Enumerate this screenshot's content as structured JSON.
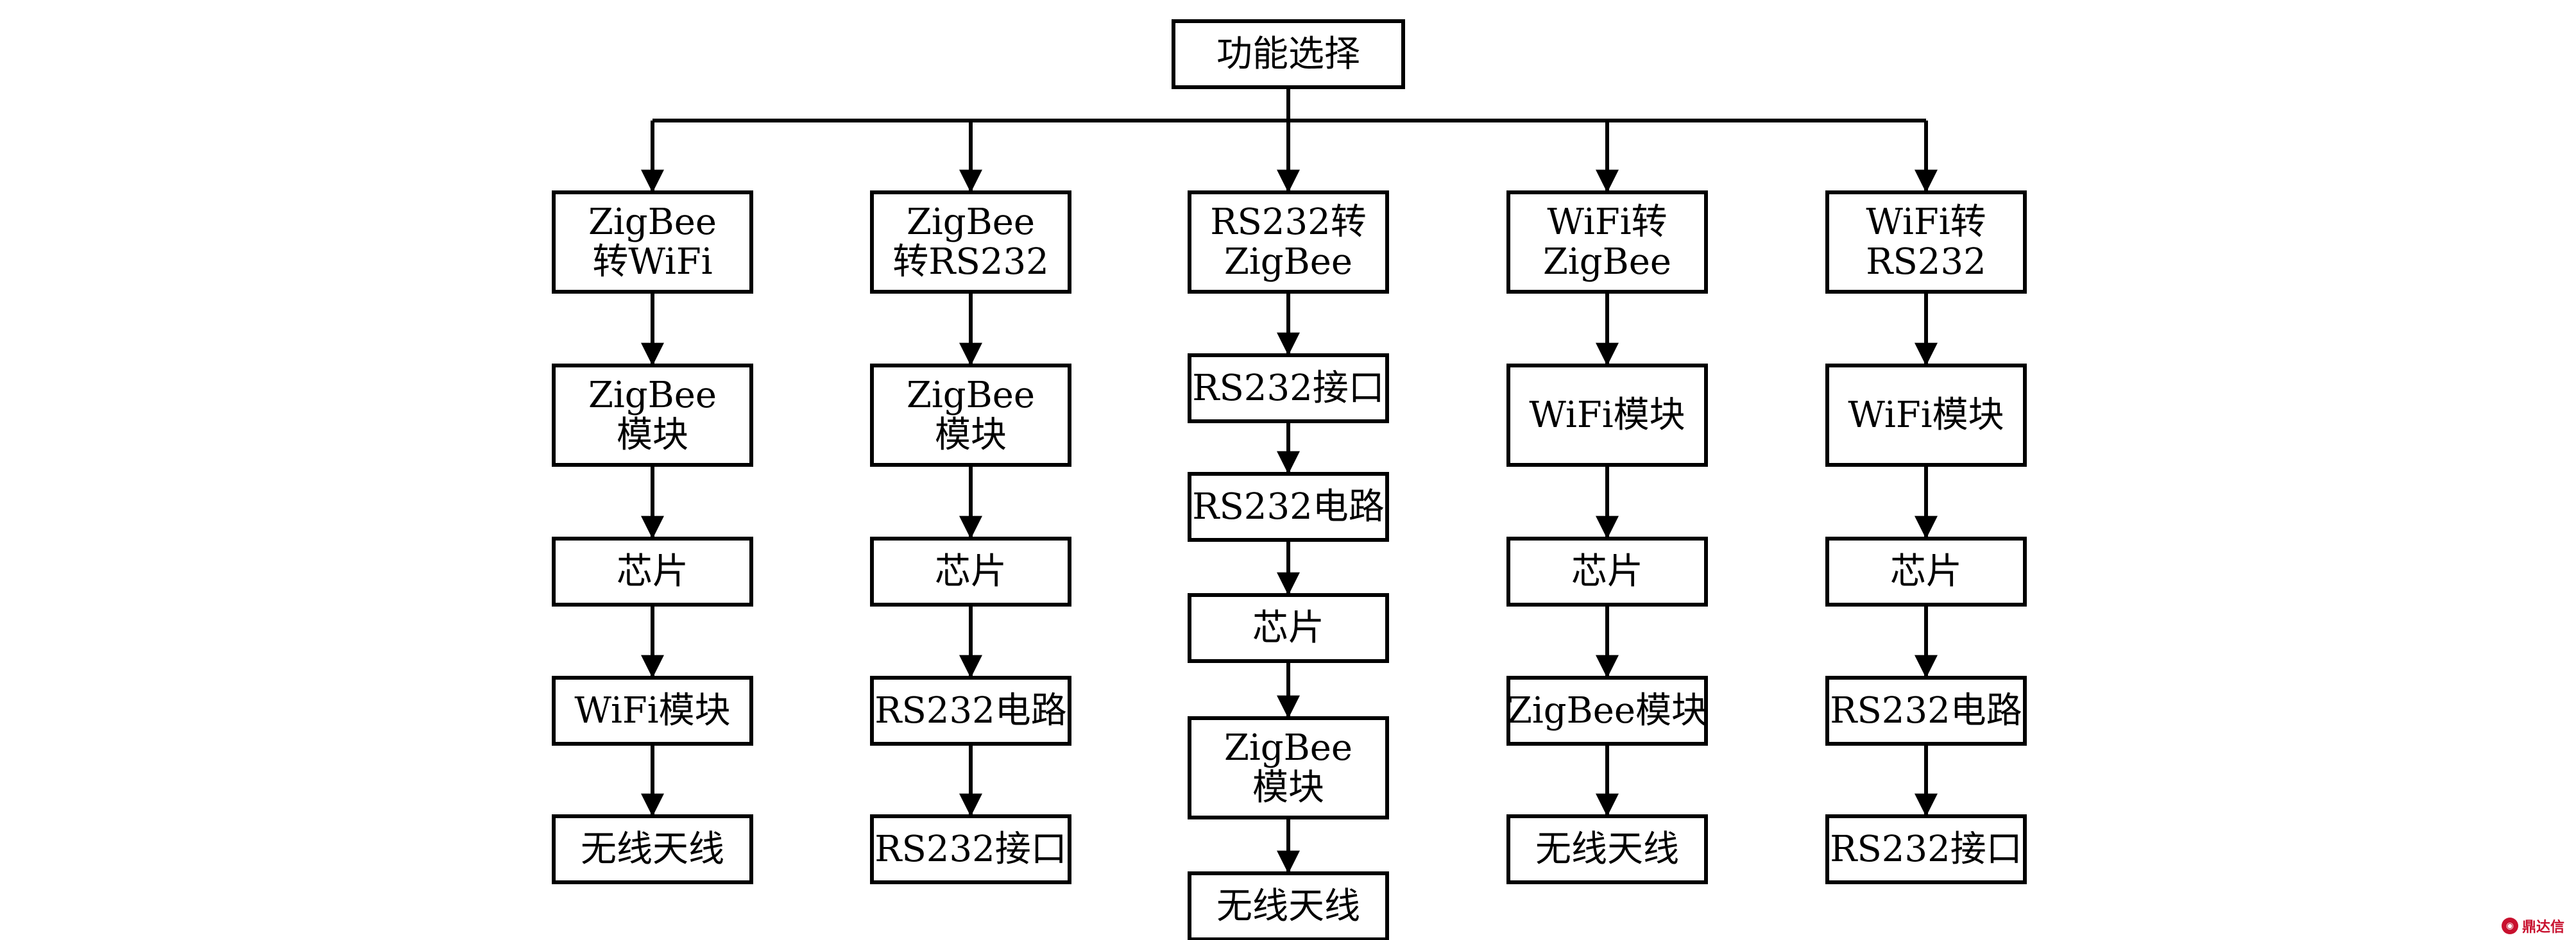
{
  "diagram": {
    "root": {
      "lines": [
        "功能选择"
      ]
    },
    "columns": [
      {
        "header": [
          "ZigBee",
          "转WiFi"
        ],
        "steps": [
          [
            "ZigBee",
            "模块"
          ],
          [
            "芯片"
          ],
          [
            "WiFi模块"
          ],
          [
            "无线天线"
          ]
        ]
      },
      {
        "header": [
          "ZigBee",
          "转RS232"
        ],
        "steps": [
          [
            "ZigBee",
            "模块"
          ],
          [
            "芯片"
          ],
          [
            "RS232电路"
          ],
          [
            "RS232接口"
          ]
        ]
      },
      {
        "header": [
          "RS232转",
          "ZigBee"
        ],
        "steps": [
          [
            "RS232接口"
          ],
          [
            "RS232电路"
          ],
          [
            "芯片"
          ],
          [
            "ZigBee",
            "模块"
          ],
          [
            "无线天线"
          ]
        ]
      },
      {
        "header": [
          "WiFi转",
          "ZigBee"
        ],
        "steps": [
          [
            "WiFi模块"
          ],
          [
            "芯片"
          ],
          [
            "ZigBee模块"
          ],
          [
            "无线天线"
          ]
        ]
      },
      {
        "header": [
          "WiFi转",
          "RS232"
        ],
        "steps": [
          [
            "WiFi模块"
          ],
          [
            "芯片"
          ],
          [
            "RS232电路"
          ],
          [
            "RS232接口"
          ]
        ]
      }
    ]
  },
  "watermark": {
    "icon": "cnki-icon",
    "text": "鼎达信"
  }
}
